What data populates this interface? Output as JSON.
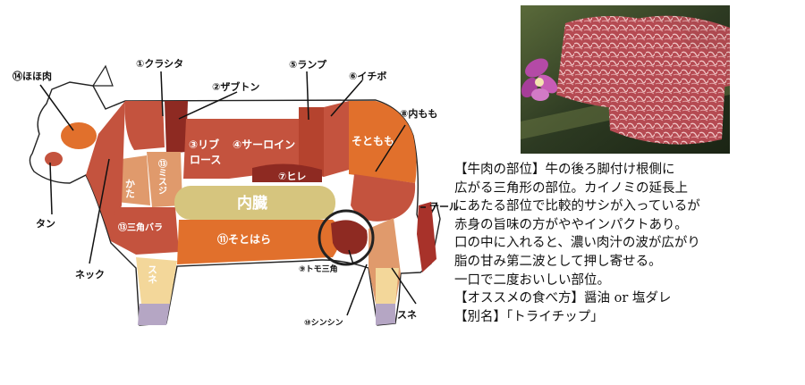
{
  "diagram": {
    "callouts": {
      "hoho": "⑭ほほ肉",
      "kurashita": "①クラシタ",
      "zabuton": "②ザブトン",
      "ranpu": "⑤ランプ",
      "ichibo": "⑥イチボ",
      "uchimomo": "⑧内もも",
      "tan": "タン",
      "neck": "ネック",
      "tail": "テール",
      "tomosankaku": "⑨トモ三角",
      "shinshin": "⑩シンシン",
      "sune_rear": "スネ"
    },
    "parts": {
      "ribroast_1": "③リブ",
      "ribroast_2": "ロース",
      "sirloin": "④サーロイン",
      "hire": "⑦ヒレ",
      "sotomomo": "そともも",
      "naizou": "内臓",
      "sotobara": "⑪そとはら",
      "kata": "かた",
      "misuji": "⑬ミスジ",
      "sankakubara": "⑬三角バラ",
      "sune_front": "スネ"
    },
    "colors": {
      "red": "#c4533e",
      "dark_red": "#8e2a22",
      "orange": "#e1702c",
      "tan": "#e09a6c",
      "olive": "#d6c57e",
      "leg": "#f3d79a",
      "hoof": "#b5a6c4"
    }
  },
  "photo": {
    "subject": "marbled-wagyu-slices-with-orchid"
  },
  "description": {
    "lines": [
      "【牛肉の部位】牛の後ろ脚付け根側に",
      "広がる三角形の部位。カイノミの延長上",
      "にあたる部位で比較的サシが入っているが",
      "赤身の旨味の方がややインパクトあり。",
      "口の中に入れると、濃い肉汁の波が広がり",
      "脂の甘み第二波として押し寄せる。",
      "一口で二度おいしい部位。",
      "【オススメの食べ方】醤油 or 塩ダレ",
      "【別名】「トライチップ」"
    ]
  }
}
